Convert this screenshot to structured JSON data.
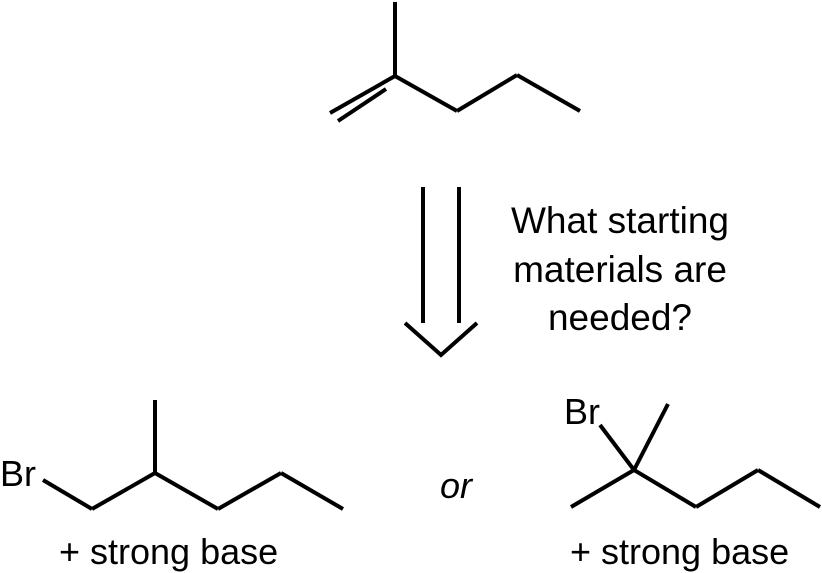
{
  "question": {
    "line1": "What starting",
    "line2": "materials are",
    "line3": "needed?"
  },
  "left_option": {
    "atom_label": "Br",
    "caption": "+ strong base"
  },
  "connector": "or",
  "right_option": {
    "atom_label": "Br",
    "caption": "+ strong base"
  },
  "colors": {
    "ink": "#000000",
    "background": "#ffffff"
  }
}
